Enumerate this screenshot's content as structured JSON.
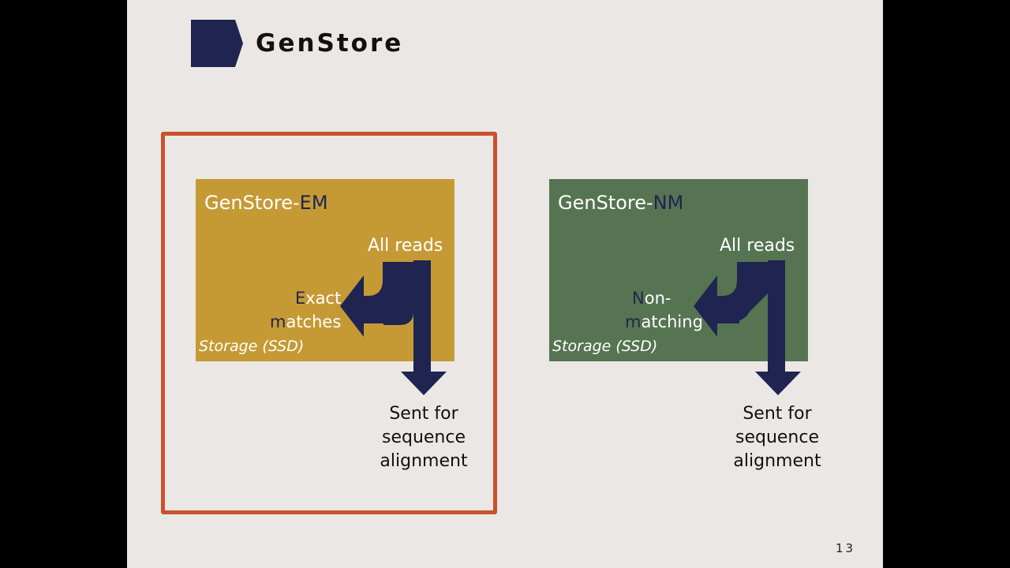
{
  "slide": {
    "title": "GenStore",
    "page_number": "13"
  },
  "colors": {
    "navy": "#1f2450",
    "gold": "#c59a35",
    "green": "#567452",
    "highlight": "#c8522d",
    "background": "#ebe7e5"
  },
  "em_box": {
    "title_prefix": "GenStore-",
    "title_suffix": "EM",
    "all_reads": "All reads",
    "side_line1_first": "E",
    "side_line1_rest": "xact",
    "side_line2_first": "m",
    "side_line2_rest": "atches",
    "storage": "Storage (SSD)",
    "sent_line1": "Sent for",
    "sent_line2": "sequence",
    "sent_line3": "alignment"
  },
  "nm_box": {
    "title_prefix": "GenStore-",
    "title_suffix": "NM",
    "all_reads": "All reads",
    "side_line1_first": "N",
    "side_line1_rest": "on-",
    "side_line2_first": "m",
    "side_line2_rest": "atching",
    "storage": "Storage (SSD)",
    "sent_line1": "Sent for",
    "sent_line2": "sequence",
    "sent_line3": "alignment"
  }
}
